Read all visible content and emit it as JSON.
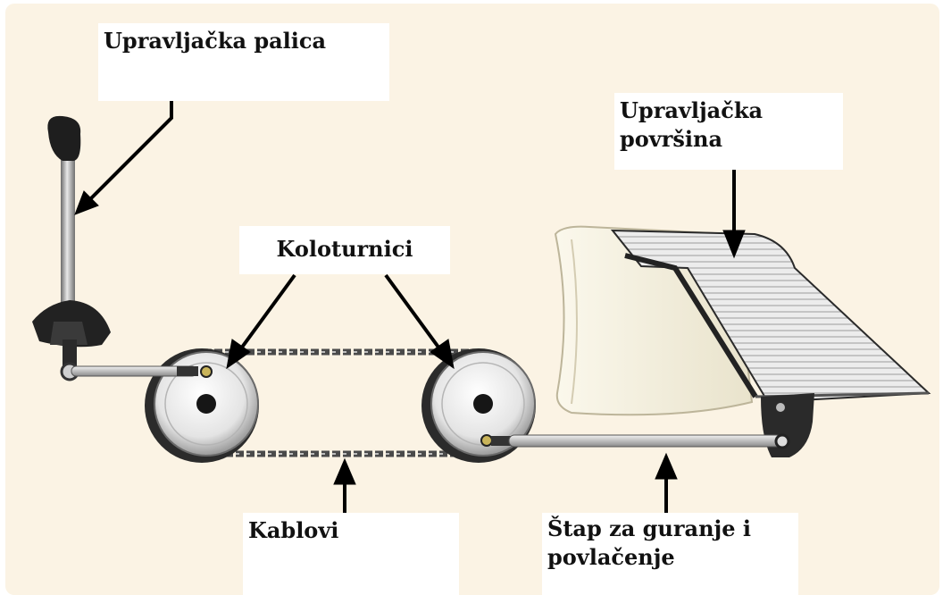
{
  "labels": {
    "control_stick": "Upravljačka palica",
    "control_surface_line1": "Upravljačka",
    "control_surface_line2": "površina",
    "pulleys": "Koloturnici",
    "cables": "Kablovi",
    "push_pull_rod_line1": "Štap za guranje i",
    "push_pull_rod_line2": "povlačenje"
  },
  "colors": {
    "background": "#fbf3e4",
    "outer": "#ffffff",
    "metal": "#c8c8c8",
    "dark": "#202020",
    "wing": "#f3efdf"
  }
}
